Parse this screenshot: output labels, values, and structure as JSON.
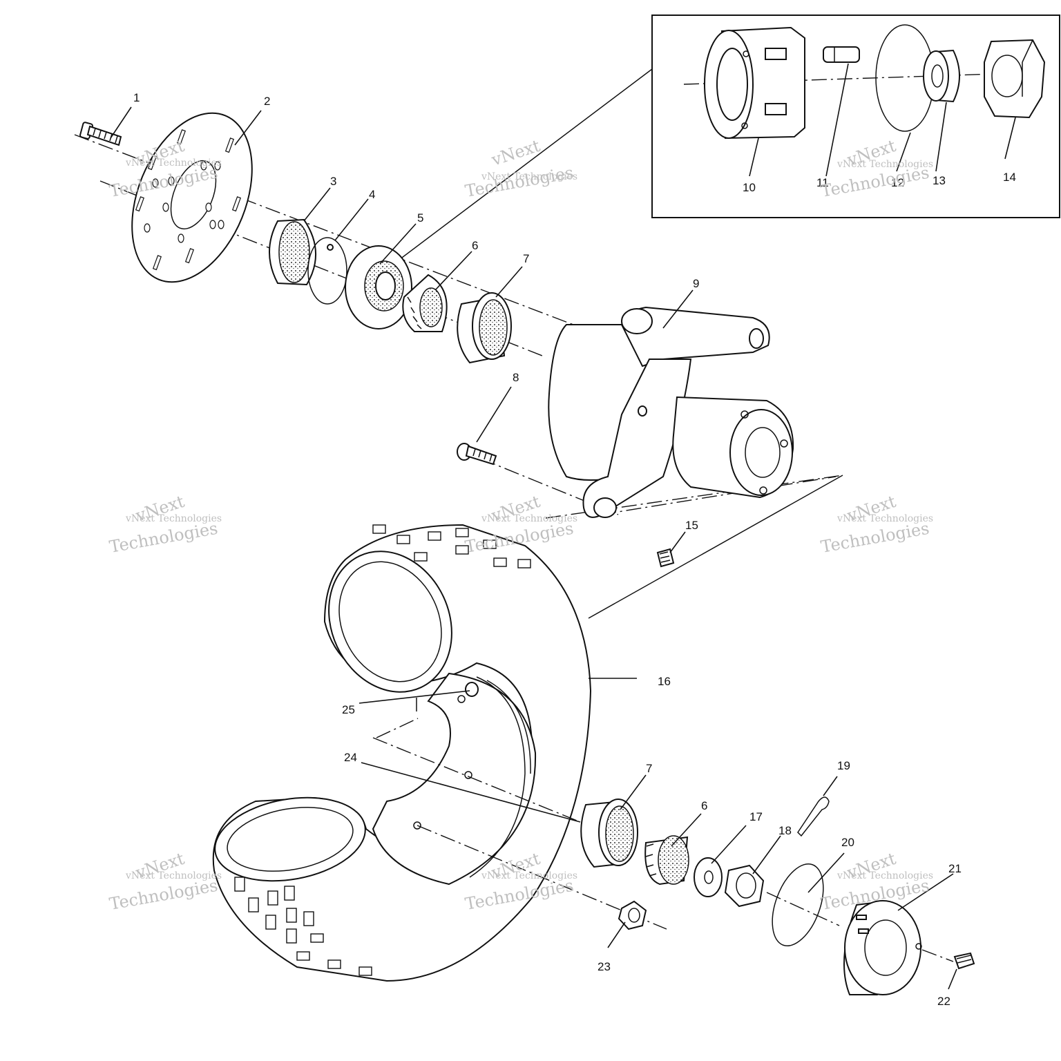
{
  "diagram": {
    "callouts": [
      "1",
      "2",
      "3",
      "4",
      "5",
      "6",
      "7",
      "8",
      "9",
      "10",
      "11",
      "12",
      "13",
      "14",
      "15",
      "16",
      "25",
      "24",
      "7",
      "6",
      "17",
      "18",
      "19",
      "20",
      "21",
      "22",
      "23"
    ],
    "watermark": {
      "line_small": "vNext Technologies",
      "line_large_1": "vNext",
      "line_large_2": "Technologies"
    }
  }
}
